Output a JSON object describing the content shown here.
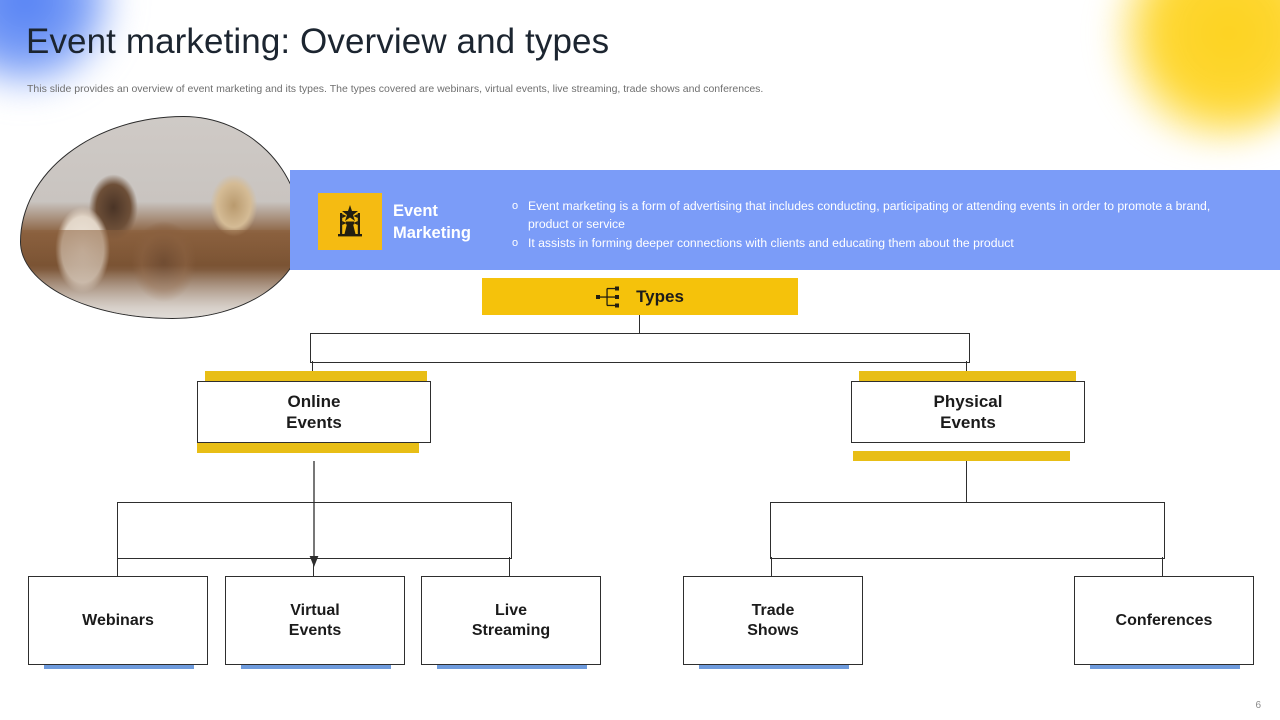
{
  "slide": {
    "title": "Event marketing: Overview and types",
    "subtitle": "This slide provides an overview of event marketing and its types. The types covered are webinars, virtual events, live streaming, trade shows and conferences.",
    "page_number": "6"
  },
  "colors": {
    "banner_blue": "#7b9cf8",
    "accent_yellow": "#f5c20b",
    "gold_bar": "#e8be16",
    "underline_blue": "#6e9bdd",
    "text_dark": "#1b1b1b",
    "blob_blue": "#4f7df4",
    "blob_yellow": "#fdd21f"
  },
  "banner": {
    "icon_name": "event-stage-icon",
    "badge_label": "Event\nMarketing",
    "badge_label_line1": "Event",
    "badge_label_line2": "Marketing",
    "bullet_marker": "o",
    "bullets": [
      "Event marketing is a form of advertising that includes conducting, participating or attending events in order to promote a brand, product or service",
      "It assists in forming deeper connections with clients and educating them about the product"
    ]
  },
  "photo": {
    "alt": "four women seated at a meeting table reviewing documents"
  },
  "tree": {
    "root": {
      "label": "Types",
      "icon_name": "hierarchy-icon"
    },
    "branches": [
      {
        "id": "online-events",
        "label_line1": "Online",
        "label_line2": "Events",
        "children": [
          {
            "id": "webinars",
            "label_line1": "Webinars",
            "label_line2": ""
          },
          {
            "id": "virtual-events",
            "label_line1": "Virtual",
            "label_line2": "Events"
          },
          {
            "id": "live-streaming",
            "label_line1": "Live",
            "label_line2": "Streaming"
          }
        ]
      },
      {
        "id": "physical-events",
        "label_line1": "Physical",
        "label_line2": "Events",
        "children": [
          {
            "id": "trade-shows",
            "label_line1": "Trade",
            "label_line2": "Shows"
          },
          {
            "id": "conferences",
            "label_line1": "Conferences",
            "label_line2": ""
          }
        ]
      }
    ]
  }
}
